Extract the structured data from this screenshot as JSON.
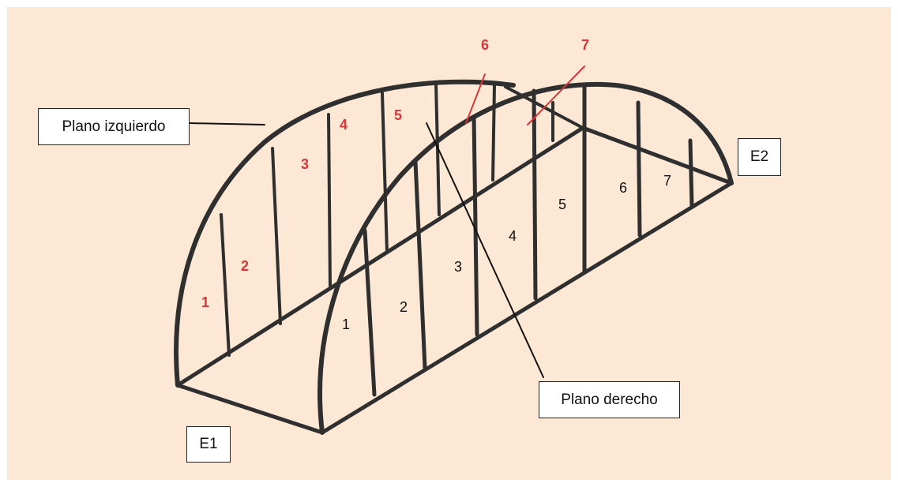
{
  "labels": {
    "left_plane": "Plano izquierdo",
    "right_plane": "Plano derecho",
    "end1": "E1",
    "end2": "E2"
  },
  "left_section_numbers": [
    "1",
    "2",
    "3",
    "4",
    "5",
    "6",
    "7"
  ],
  "right_section_numbers": [
    "1",
    "2",
    "3",
    "4",
    "5",
    "6",
    "7"
  ],
  "colors": {
    "background": "#fce8d5",
    "frame": "#2f2f2f",
    "left_numbers": "#d8373a",
    "right_numbers": "#111111"
  }
}
